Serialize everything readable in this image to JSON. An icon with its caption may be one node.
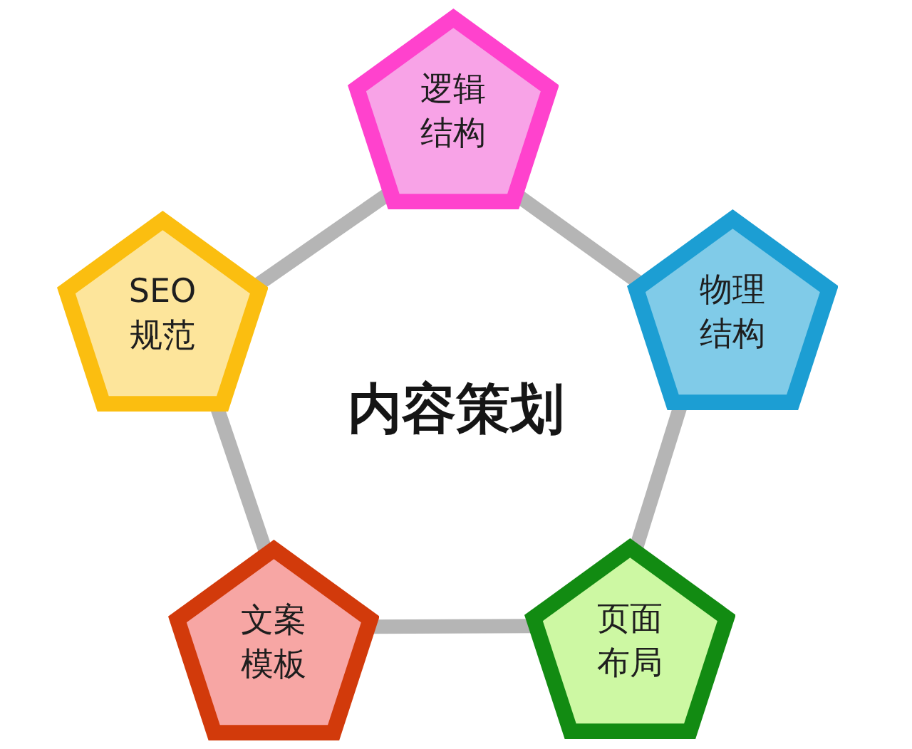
{
  "diagram": {
    "title": "内容策划",
    "nodes": [
      {
        "text": [
          "逻辑结构"
        ]
      },
      {
        "text": [
          "SEO规范"
        ]
      },
      {
        "text": [
          "物理结构"
        ]
      },
      {
        "text": [
          "文案模板"
        ]
      },
      {
        "text": [
          "页面布局"
        ]
      }
    ],
    "edges": [
      {
        "from": 0,
        "to": 2,
        "arrow": "none"
      },
      {
        "from": 2,
        "to": 4,
        "arrow": "none"
      },
      {
        "from": 3,
        "to": 4,
        "arrow": "none"
      },
      {
        "from": 1,
        "to": 3,
        "arrow": "none"
      },
      {
        "from": 0,
        "to": 1,
        "arrow": "none"
      }
    ]
  }
}
